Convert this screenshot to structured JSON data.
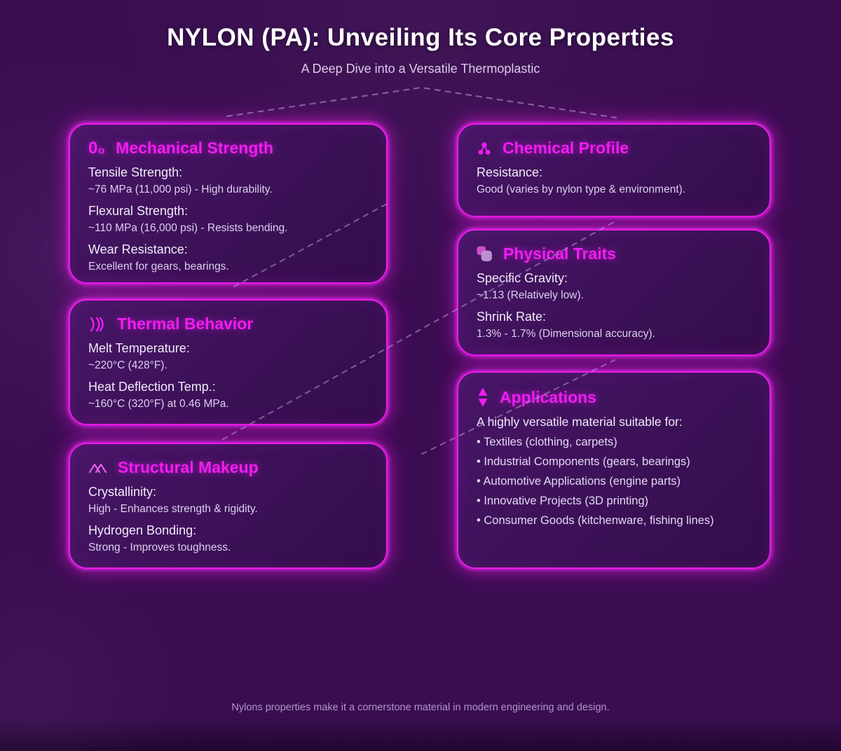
{
  "header": {
    "title": "NYLON (PA): Unveiling Its Core Properties",
    "subtitle": "A Deep Dive into a Versatile Thermoplastic"
  },
  "colors": {
    "accent_magenta": "#ec1aec",
    "card_background": "#43135f",
    "page_background": "#390d50",
    "dashed_line": "#b5a0d6",
    "icon_lavender": "#b990d2"
  },
  "cards": {
    "mechanical": {
      "icon_glyph": "0₀",
      "title": "Mechanical Strength",
      "entries": [
        {
          "label": "Tensile Strength:",
          "value": "~76 MPa (11,000 psi) - High durability."
        },
        {
          "label": "Flexural Strength:",
          "value": "~110 MPa (16,000 psi) - Resists bending."
        },
        {
          "label": "Wear Resistance:",
          "value": "Excellent for gears, bearings."
        }
      ]
    },
    "chemical": {
      "title": "Chemical Profile",
      "entries": [
        {
          "label": "Resistance:",
          "value": "Good (varies by nylon type & environment)."
        }
      ]
    },
    "thermal": {
      "title": "Thermal Behavior",
      "entries": [
        {
          "label": "Melt Temperature:",
          "value": "~220°C (428°F)."
        },
        {
          "label": "Heat Deflection Temp.:",
          "value": "~160°C (320°F) at 0.46 MPa."
        }
      ]
    },
    "physical": {
      "title": "Physical Traits",
      "entries": [
        {
          "label": "Specific Gravity:",
          "value": "~1.13 (Relatively low)."
        },
        {
          "label": "Shrink Rate:",
          "value": "1.3% - 1.7% (Dimensional accuracy)."
        }
      ]
    },
    "structural": {
      "title": "Structural Makeup",
      "entries": [
        {
          "label": "Crystallinity:",
          "value": "High - Enhances strength & rigidity."
        },
        {
          "label": "Hydrogen Bonding:",
          "value": "Strong - Improves toughness."
        }
      ]
    },
    "applications": {
      "title": "Applications",
      "intro": "A highly versatile material suitable for:",
      "items": [
        "• Textiles (clothing, carpets)",
        "• Industrial Components (gears, bearings)",
        "• Automotive Applications (engine parts)",
        "• Innovative Projects (3D printing)",
        "• Consumer Goods (kitchenware, fishing lines)"
      ]
    }
  },
  "footer": {
    "note": "Nylons properties make it a cornerstone material in modern engineering and design."
  }
}
